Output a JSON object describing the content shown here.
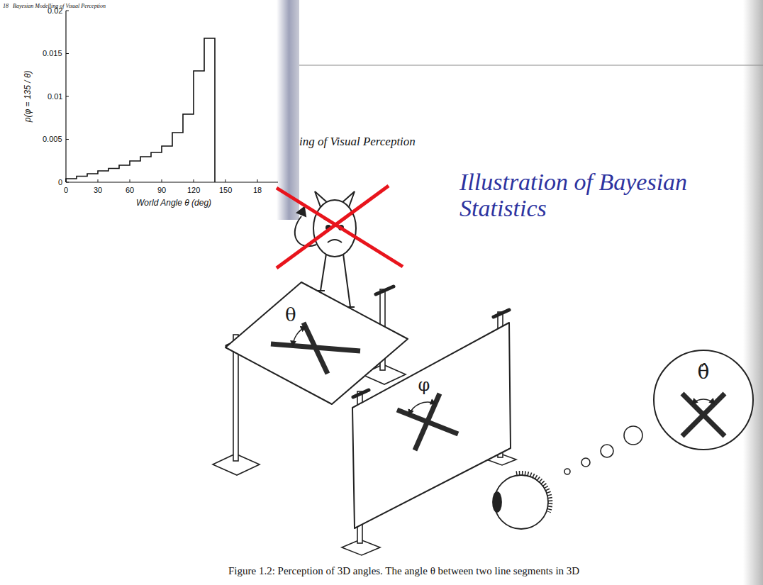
{
  "diagram": {
    "title": "Illustration of Bayesian Statistics",
    "caption": "Figure 1.2: Perception of 3D angles. The angle θ between two line segments in 3D",
    "nodes": [
      {
        "text": [
          "θ"
        ]
      },
      {
        "text": [
          "φ"
        ]
      },
      {
        "text": [
          "θ̂"
        ]
      }
    ],
    "labels": [
      "18",
      "Bayesian Modelling of Visual Perception",
      "0.02",
      "0.015",
      "0.01",
      "0.005",
      "0",
      "0",
      "30",
      "60",
      "90",
      "120",
      "150",
      "18",
      "p(φ = 135 / θ)",
      "World Angle θ (deg)",
      "ing of Visual Perception"
    ]
  }
}
